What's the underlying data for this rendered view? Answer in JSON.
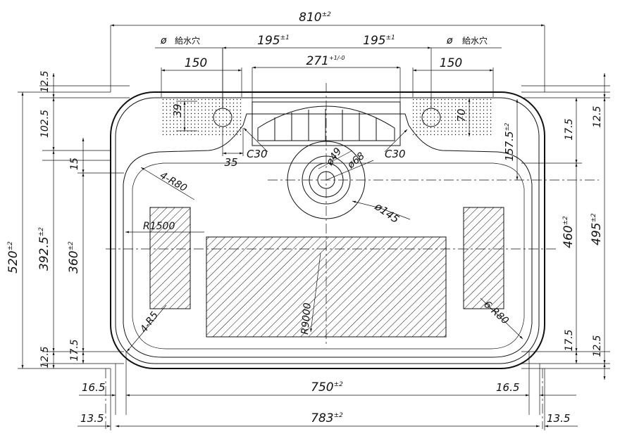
{
  "dimensions": {
    "top_width": "810",
    "top_width_tol": "±2",
    "faucet_left": "195",
    "faucet_right": "195",
    "faucet_tol": "±1",
    "drain_tray": "271",
    "drain_tray_tol": "+1/-0",
    "pad_left": "150",
    "pad_right": "150",
    "hole_label_left": "給水穴",
    "hole_label_right": "給水穴",
    "phi": "ø",
    "dim_39": "39",
    "dim_70": "70",
    "dim_35": "35",
    "c30_left": "C30",
    "c30_right": "C30",
    "phi49": "ø49",
    "phi68": "ø68",
    "phi145": "ø145",
    "r80_top": "4-R80",
    "r1500": "R1500",
    "r9000": "R9000",
    "r5": "4-R5",
    "r80_bot": "6-R80",
    "dim_157_5": "157.5",
    "dim_157_5_tol": "±2",
    "left_12_5": "12.5",
    "left_102_5": "102.5",
    "left_15": "15",
    "left_520": "520",
    "left_520_tol": "±2",
    "left_392_5": "392.5",
    "left_392_5_tol": "±2",
    "left_360": "360",
    "left_360_tol": "±2",
    "left_12_5b": "12.5",
    "left_17_5": "17.5",
    "right_17_5": "17.5",
    "right_12_5": "12.5",
    "right_460": "460",
    "right_460_tol": "±2",
    "right_495": "495",
    "right_495_tol": "±2",
    "right_17_5b": "17.5",
    "right_12_5b": "12.5",
    "bot_16_5_left": "16.5",
    "bot_750": "750",
    "bot_750_tol": "±2",
    "bot_16_5_right": "16.5",
    "bot_13_5_left": "13.5",
    "bot_783": "783",
    "bot_783_tol": "±2",
    "bot_13_5_right": "13.5"
  }
}
